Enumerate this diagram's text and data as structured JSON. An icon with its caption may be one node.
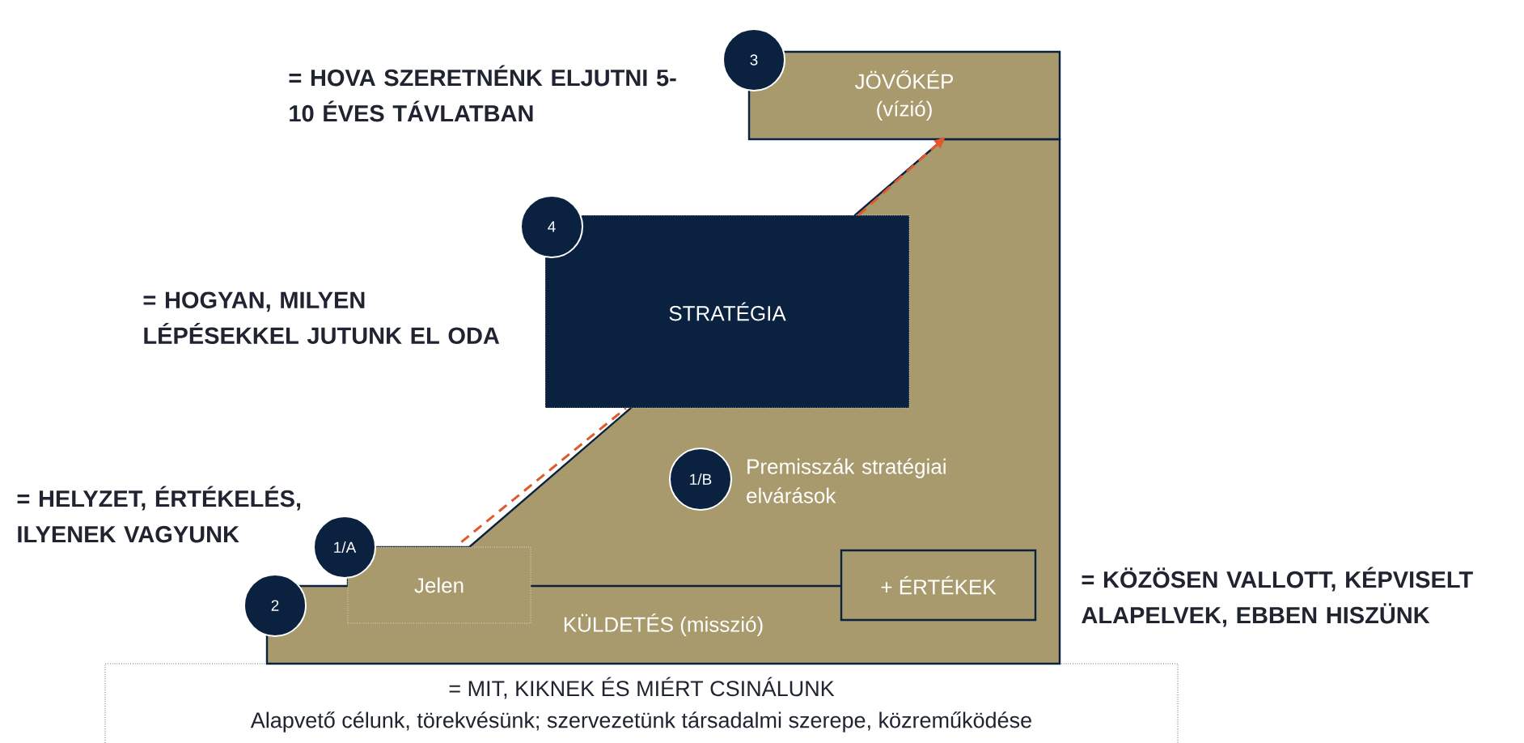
{
  "diagram": {
    "nodes": [
      {
        "text": [
          "KÜLDETÉS (misszió)"
        ]
      },
      {
        "text": [
          "3"
        ]
      },
      {
        "text": [
          "JÖVŐKÉP (vízió)"
        ]
      },
      {
        "text": [
          "4"
        ]
      },
      {
        "text": [
          "STRATÉGIA"
        ]
      },
      {
        "text": [
          "1/B"
        ],
        "beside": [
          "Premisszák stratégiai elvárások"
        ],
        "in": 0
      },
      {
        "text": [
          "1/A"
        ]
      },
      {
        "text": [
          "Jelen"
        ],
        "in": 0
      },
      {
        "text": [
          "2"
        ]
      },
      {
        "text": [
          "+ ÉRTÉKEK"
        ],
        "in": 0
      },
      {
        "text": [
          "= MIT, KIKNEK ÉS MIÉRT CSINÁLUNK",
          "Alapvető célunk, törekvésünk; szervezetünk társadalmi szerepe, közreműködése"
        ]
      }
    ],
    "edges": [
      {
        "from": 7,
        "to": 4,
        "arrow": "none",
        "style": "dashed",
        "color": "#e0582b"
      },
      {
        "from": 4,
        "to": 2,
        "arrow": "to",
        "style": "dashed",
        "color": "#e0582b"
      }
    ],
    "labels": [
      "= HOVA SZERETNÉNK ELJUTNI 5-10 ÉVES TÁVLATBAN",
      "= HOGYAN, MILYEN LÉPÉSEKKEL JUTUNK EL ODA",
      "= HELYZET, ÉRTÉKELÉS, ILYENEK VAGYUNK",
      "= KÖZÖSEN VALLOTT, KÉPVISELT ALAPELVEK, EBBEN HISZÜNK"
    ]
  }
}
